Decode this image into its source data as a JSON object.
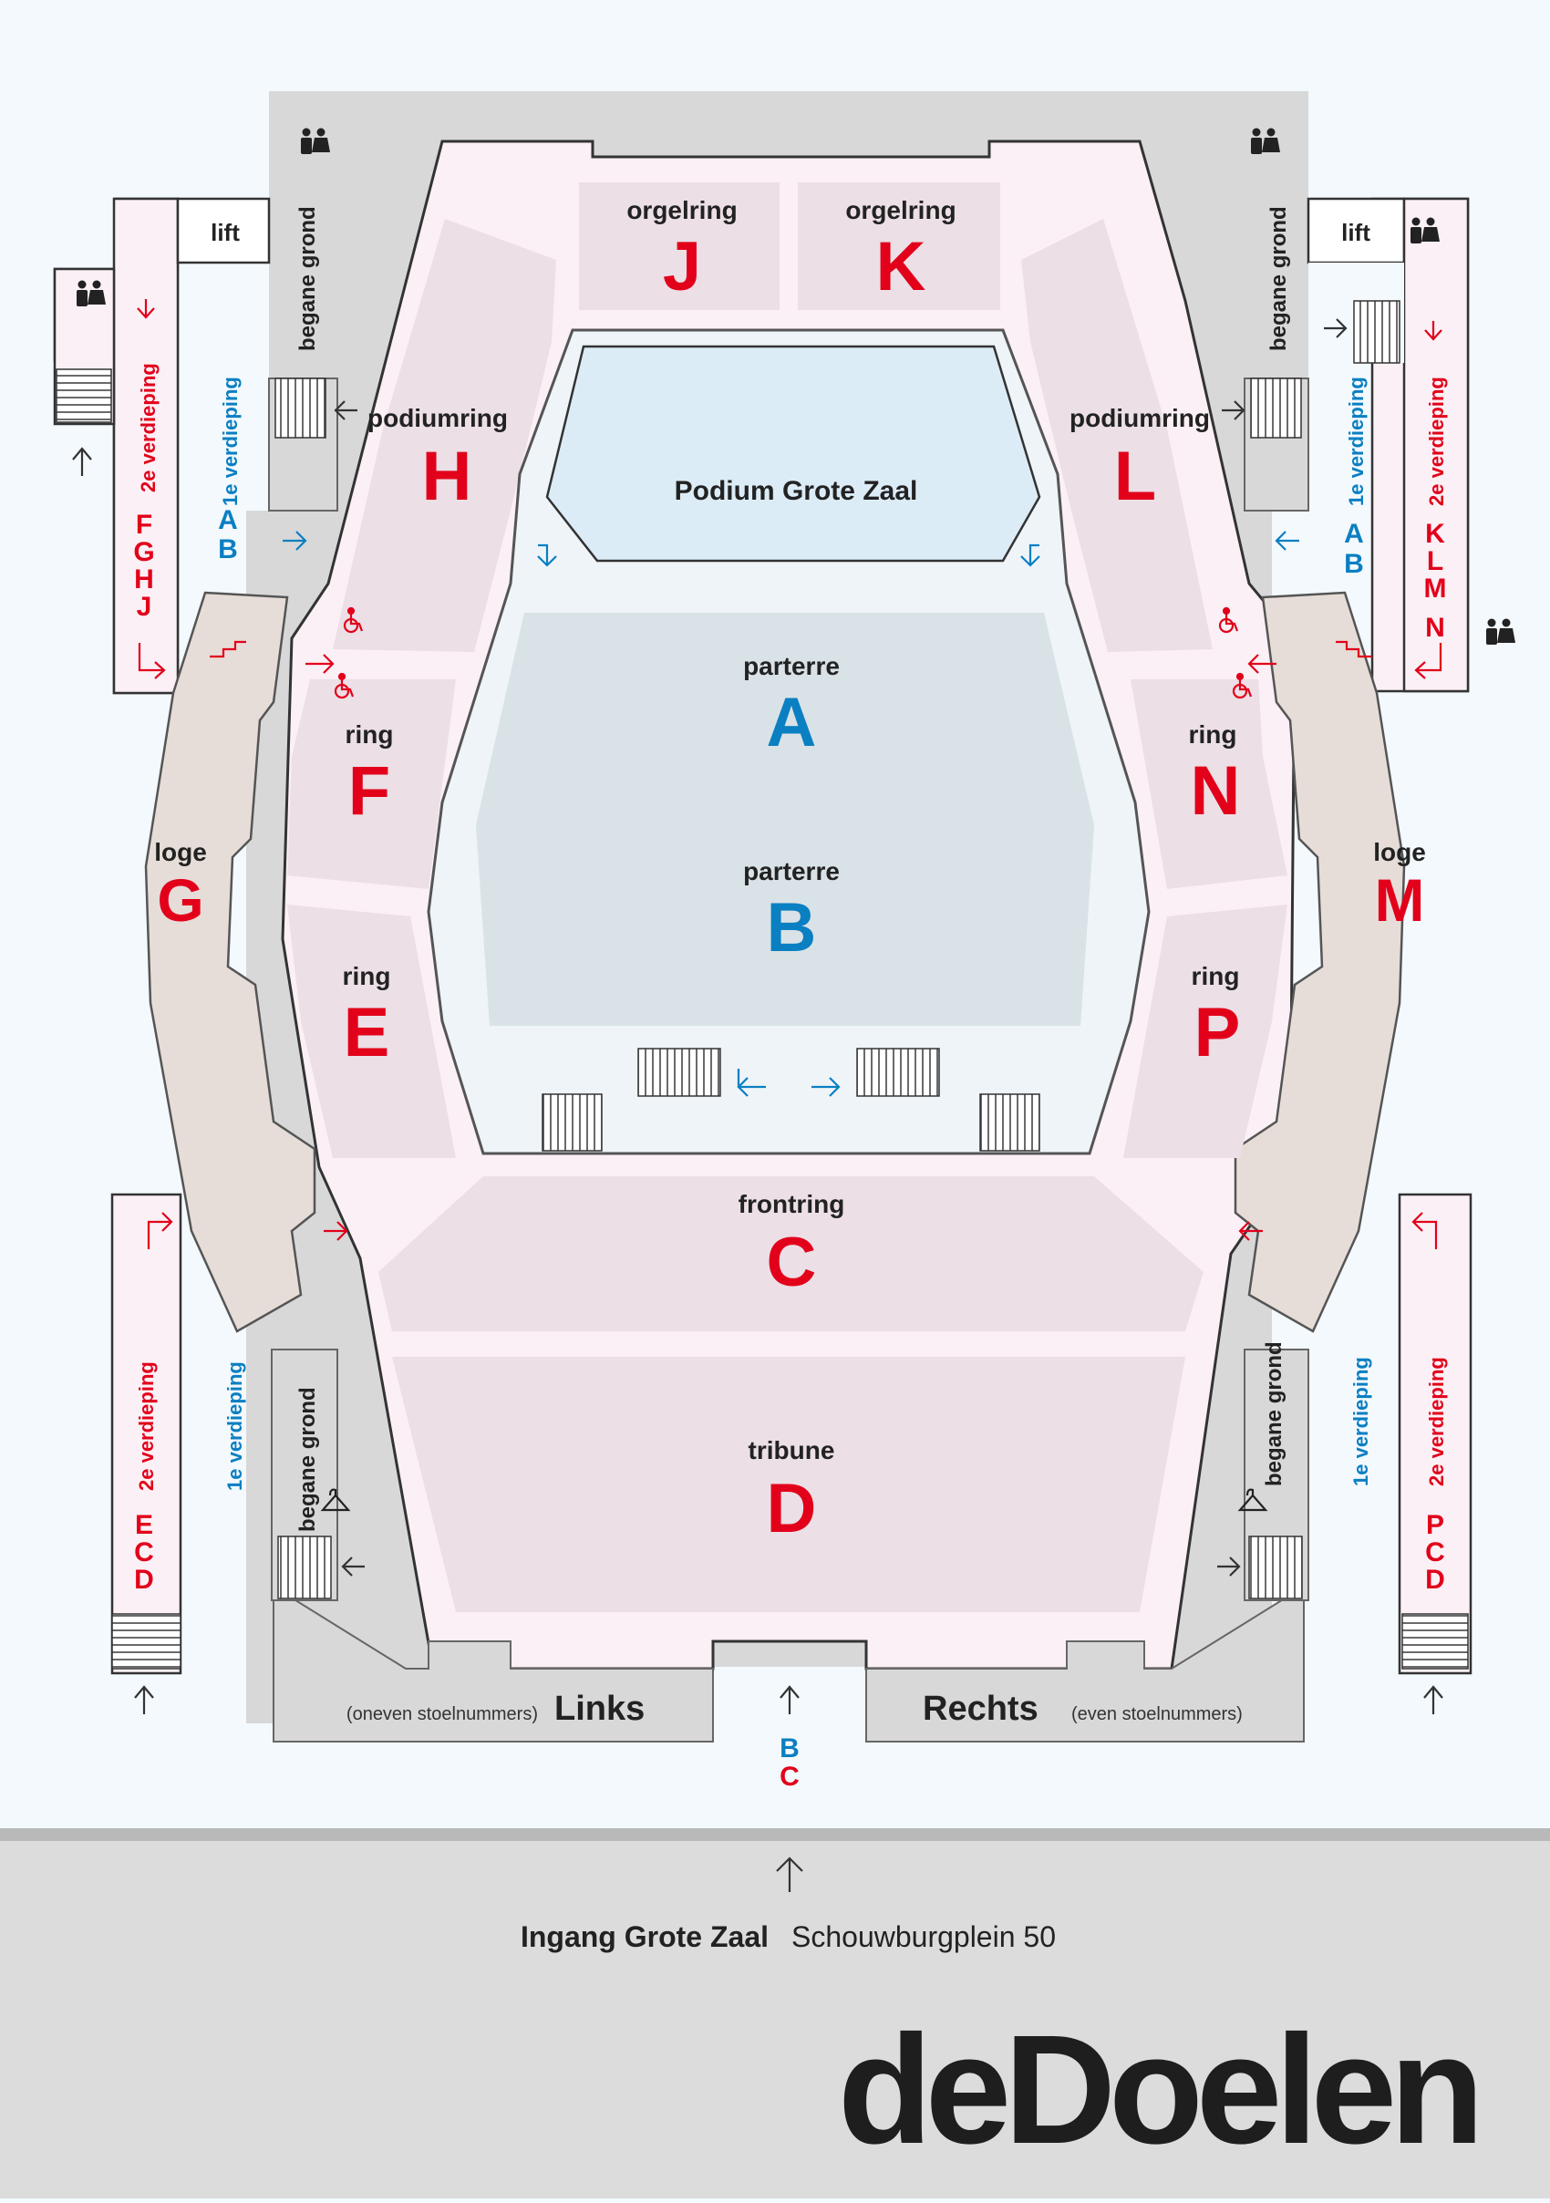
{
  "map": {
    "colors": {
      "background": "#f3f9fc",
      "corridor": "#fbf0f5",
      "section": "#ecdfe6",
      "grey_area": "#d8d8d8",
      "loge": "#e6ddd8",
      "stage": "#dcecf7",
      "parterre": "#d9e2e6",
      "red": "#e2001a",
      "blue": "#0a7fc2"
    },
    "stage": {
      "label": "Podium Grote Zaal"
    },
    "sections": {
      "J": {
        "label": "orgelring",
        "letter": "J"
      },
      "K": {
        "label": "orgelring",
        "letter": "K"
      },
      "H": {
        "label": "podiumring",
        "letter": "H"
      },
      "L": {
        "label": "podiumring",
        "letter": "L"
      },
      "A": {
        "label": "parterre",
        "letter": "A"
      },
      "B": {
        "label": "parterre",
        "letter": "B"
      },
      "F": {
        "label": "ring",
        "letter": "F"
      },
      "N": {
        "label": "ring",
        "letter": "N"
      },
      "E": {
        "label": "ring",
        "letter": "E"
      },
      "P": {
        "label": "ring",
        "letter": "P"
      },
      "G": {
        "label": "loge",
        "letter": "G"
      },
      "M": {
        "label": "loge",
        "letter": "M"
      },
      "C": {
        "label": "frontring",
        "letter": "C"
      },
      "D": {
        "label": "tribune",
        "letter": "D"
      }
    },
    "lift_left": "lift",
    "lift_right": "lift",
    "ground_floor": "begane grond",
    "first_floor": "1e verdieping",
    "second_floor": "2e verdieping",
    "stairs": {
      "top_left_2e": [
        "F",
        "G",
        "H",
        "J"
      ],
      "top_left_1e": [
        "A",
        "B"
      ],
      "top_right_2e": [
        "K",
        "L",
        "M",
        "N"
      ],
      "top_right_1e": [
        "A",
        "B"
      ],
      "bottom_left_2e": [
        "E",
        "C",
        "D"
      ],
      "bottom_right_2e": [
        "P",
        "C",
        "D"
      ]
    },
    "left_side": {
      "name": "Links",
      "note": "(oneven stoelnummers)"
    },
    "right_side": {
      "name": "Rechts",
      "note": "(even stoelnummers)"
    },
    "center_entry": [
      "B",
      "C"
    ],
    "icons": [
      "toilets-icon",
      "wheelchair-icon",
      "cloakroom-icon",
      "stairs-icon"
    ]
  },
  "footer": {
    "entrance_label": "Ingang Grote Zaal",
    "address": "Schouwburgplein 50",
    "logo": "deDoelen"
  }
}
